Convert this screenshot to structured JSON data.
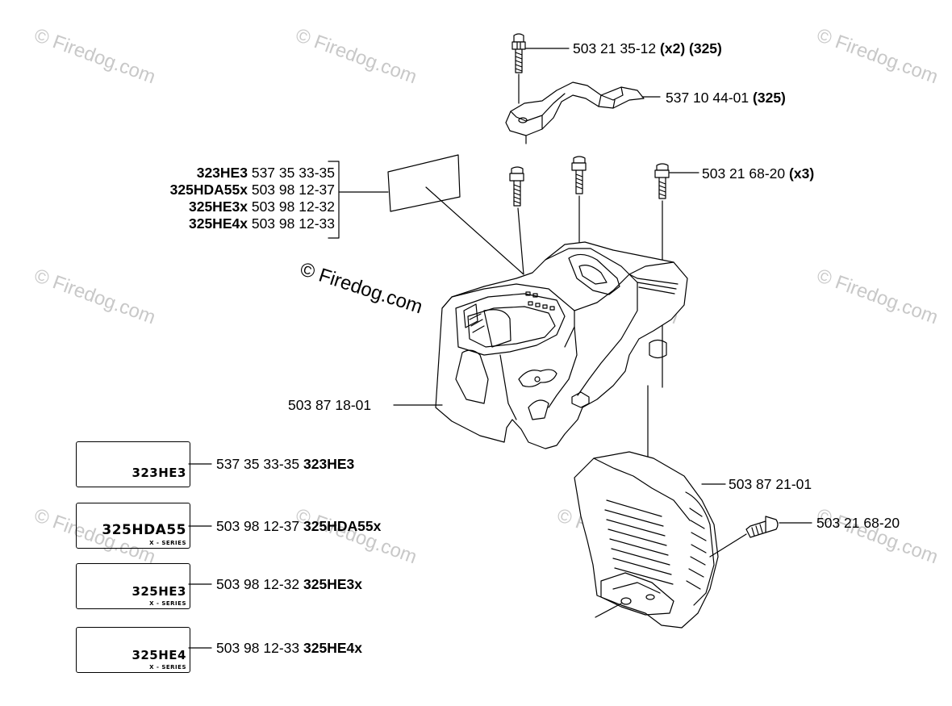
{
  "watermark": "© Firedog.com",
  "copyright": "© Firedog.com",
  "callouts": {
    "top_screw": {
      "num": "503 21 35-12",
      "note": "(x2) (325)"
    },
    "top_bracket": {
      "num": "537 10 44-01",
      "note": "(325)"
    },
    "cover_screws": {
      "num": "503 21 68-20",
      "note": "(x3)"
    },
    "cover": {
      "num": "503 87 18-01"
    },
    "lower_cover": {
      "num": "503 87 21-01"
    },
    "lower_screw": {
      "num": "503 21 68-20"
    }
  },
  "model_list": [
    {
      "model": "323HE3",
      "num": "537 35 33-35"
    },
    {
      "model": "325HDA55x",
      "num": "503 98 12-37"
    },
    {
      "model": "325HE3x",
      "num": "503 98 12-32"
    },
    {
      "model": "325HE4x",
      "num": "503 98 12-33"
    }
  ],
  "decals": [
    {
      "big": "323HE3",
      "small": "",
      "num": "537 35 33-35",
      "model": "323HE3"
    },
    {
      "big": "325HDA55",
      "small": "X - SERIES",
      "num": "503 98 12-37",
      "model": "325HDA55x"
    },
    {
      "big": "325HE3",
      "small": "X - SERIES",
      "num": "503 98 12-32",
      "model": "325HE3x"
    },
    {
      "big": "325HE4",
      "small": "X - SERIES",
      "num": "503 98 12-33",
      "model": "325HE4x"
    }
  ]
}
